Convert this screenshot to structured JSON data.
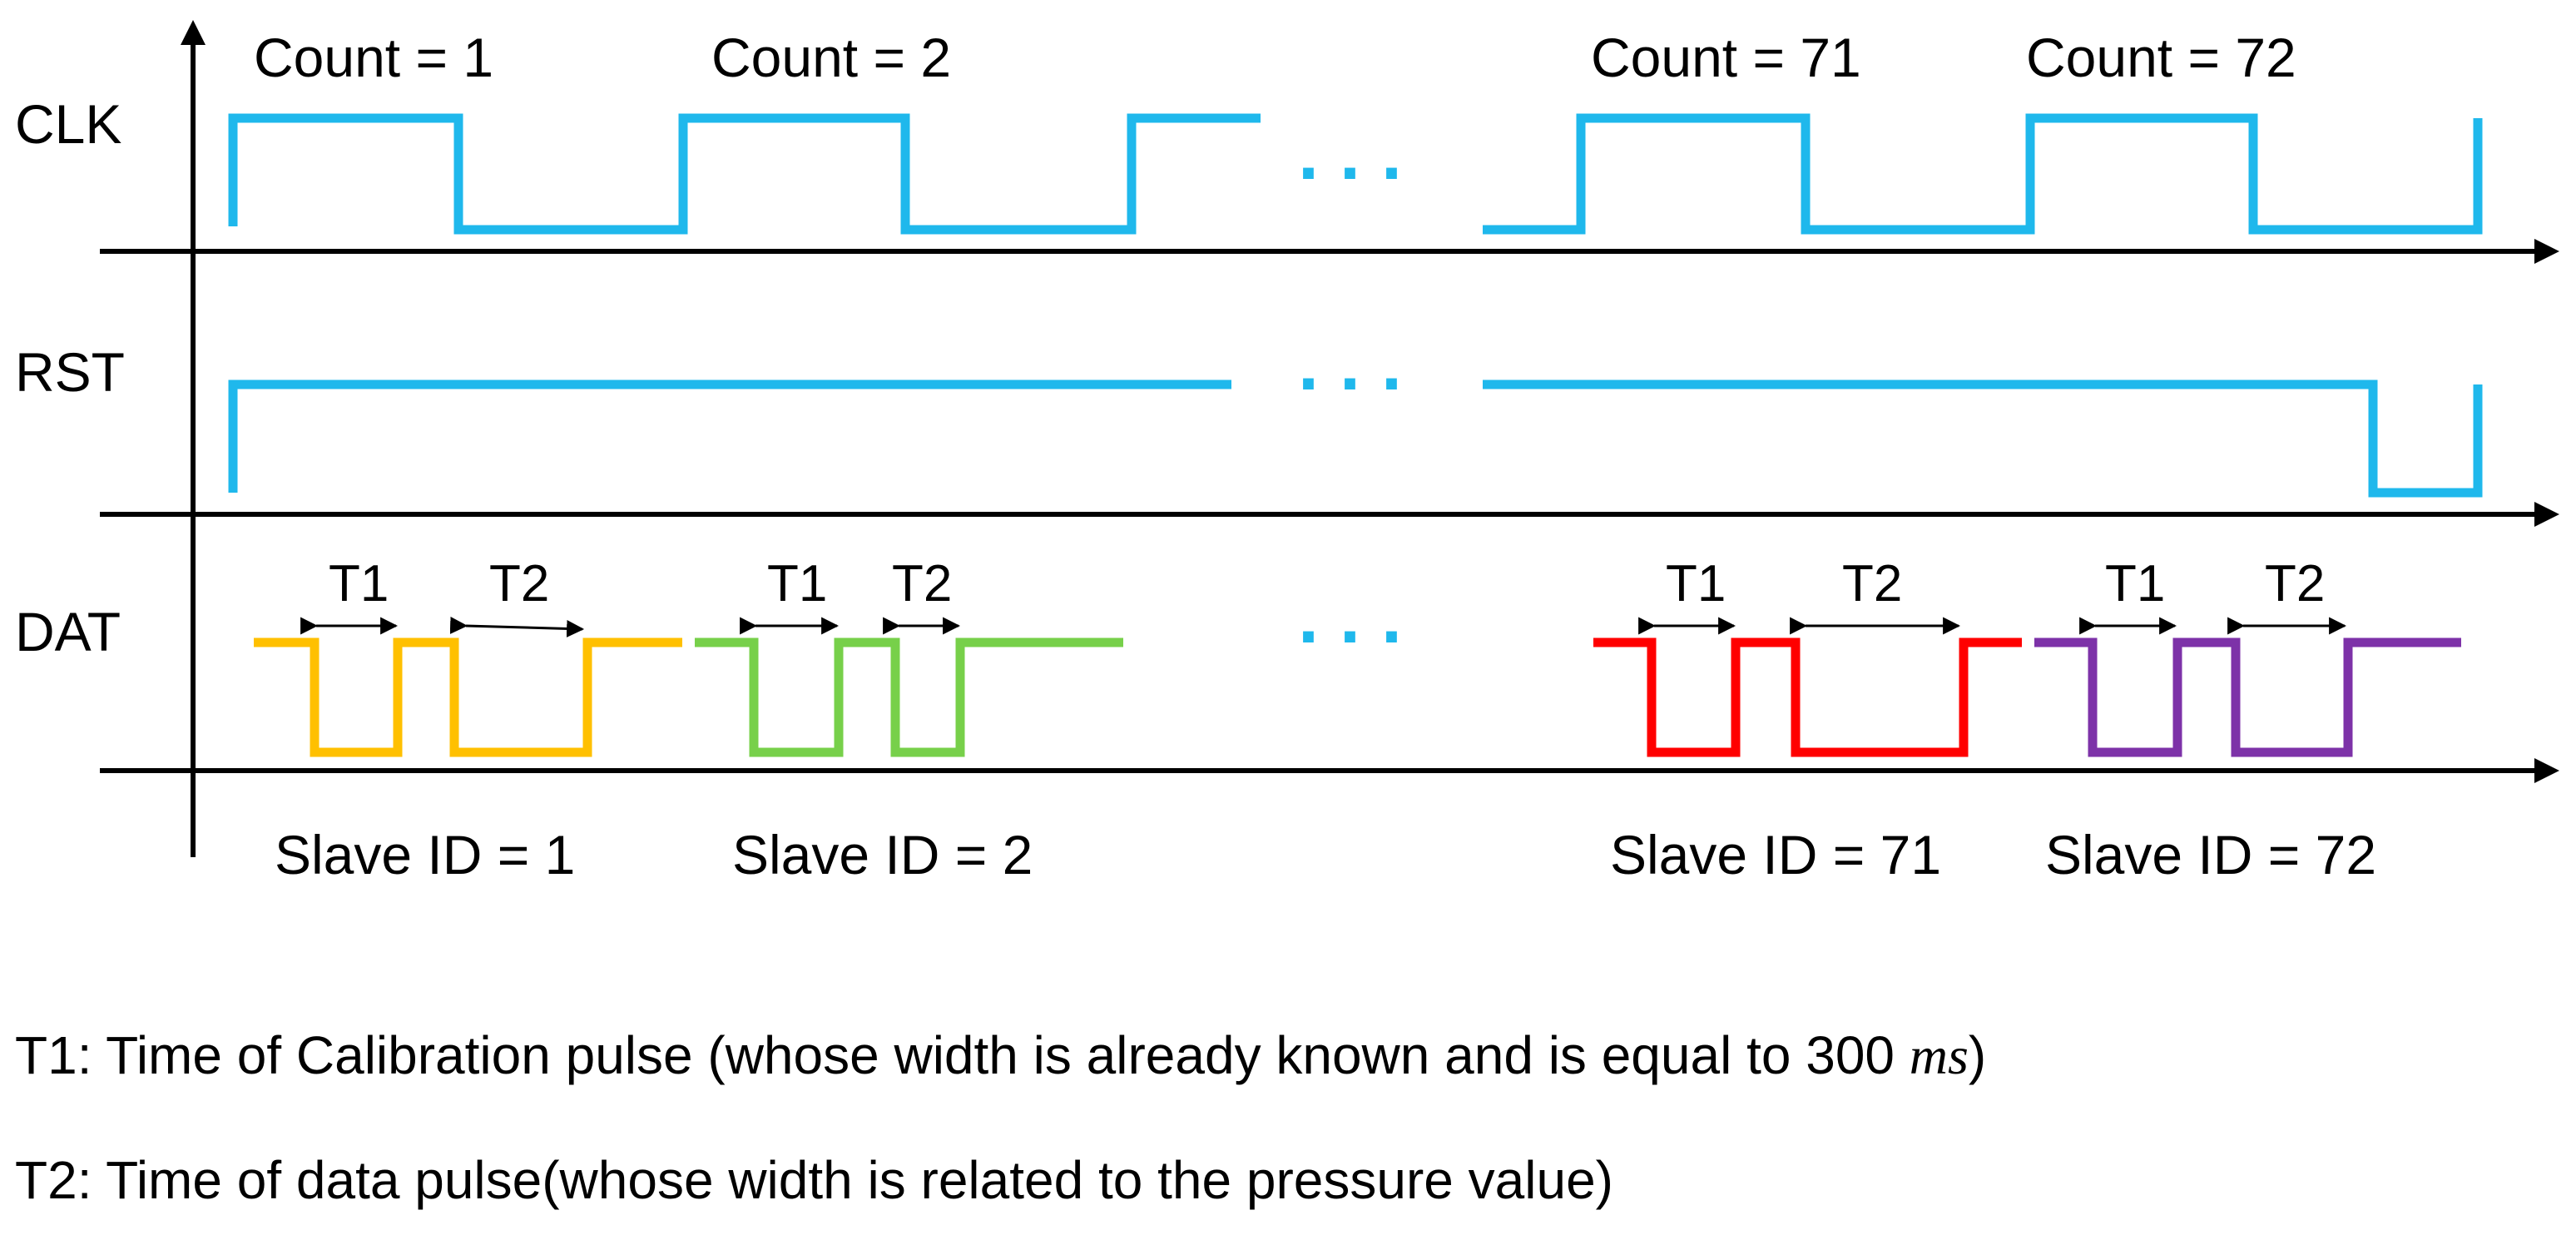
{
  "colors": {
    "clk": "#1fb8ec",
    "rst": "#1fb8ec",
    "slave1": "#ffc000",
    "slave2": "#77d04a",
    "slave71": "#ff0000",
    "slave72": "#7d32a8",
    "dots": "#1fb8ec",
    "axis": "#000000"
  },
  "signals": {
    "clk": "CLK",
    "rst": "RST",
    "dat": "DAT"
  },
  "counts": [
    "Count = 1",
    "Count = 2",
    "Count = 71",
    "Count = 72"
  ],
  "ellipsis": ". . .",
  "pulses": {
    "t1": "T1",
    "t2": "T2"
  },
  "slaves": [
    "Slave ID = 1",
    "Slave ID = 2",
    "Slave ID = 71",
    "Slave ID = 72"
  ],
  "legend": {
    "t1_text": "T1: Time of Calibration pulse (whose width is already known and is equal to 300 ",
    "t1_unit": "ms",
    "t1_close": ")",
    "t2_text": "T2: Time of data pulse(whose width is related to the pressure value)"
  }
}
